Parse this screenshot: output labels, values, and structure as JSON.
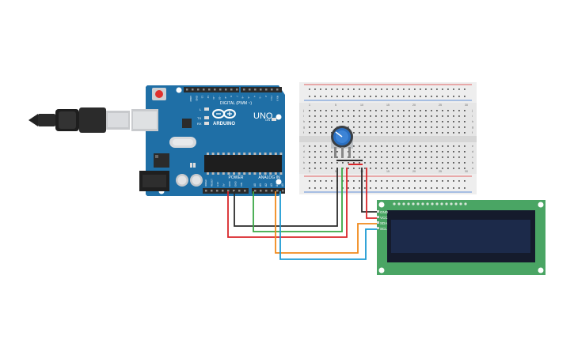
{
  "arduino": {
    "brand": "ARDUINO",
    "model": "UNO",
    "digital_header_label": "DIGITAL (PWM ~)",
    "power_header_label": "POWER",
    "analog_header_label": "ANALOG IN",
    "led_labels": {
      "l": "L",
      "tx": "TX",
      "rx": "RX",
      "on": "ON"
    },
    "analog_pins": [
      "A0",
      "A1",
      "A2",
      "A3",
      "A4",
      "A5"
    ],
    "power_pins": [
      "IOREF",
      "RESET",
      "3.3V",
      "5V",
      "GND",
      "GND",
      "VIN"
    ],
    "digital_pins": [
      "AREF",
      "GND",
      "13",
      "12",
      "~11",
      "~10",
      "~9",
      "8",
      "7",
      "~6",
      "~5",
      "4",
      "~3",
      "2",
      "TX 1",
      "RX 0"
    ]
  },
  "breadboard": {
    "column_numbers": [
      "1",
      "5",
      "10",
      "15",
      "20",
      "25",
      "30"
    ],
    "row_letters_top": [
      "j",
      "i",
      "h",
      "g",
      "f"
    ],
    "row_letters_bottom": [
      "e",
      "d",
      "c",
      "b",
      "a"
    ]
  },
  "lcd": {
    "pin_labels": [
      "GND",
      "VCC",
      "SDA",
      "SCL"
    ]
  },
  "colors": {
    "board": "#1f6fa6",
    "wire_gnd": "#2b2b2b",
    "wire_vcc": "#d9262a",
    "wire_sda": "#f08a1c",
    "wire_scl": "#1d9bd4",
    "wire_signal": "#3aa845",
    "lcd_pcb": "#4aa564",
    "lcd_screen": "#1c2a4a",
    "pot_knob": "#2a6fc1"
  },
  "icons": [
    "usb-cable-icon",
    "reset-button-icon",
    "arduino-infinity-logo-icon",
    "potentiometer-icon"
  ]
}
